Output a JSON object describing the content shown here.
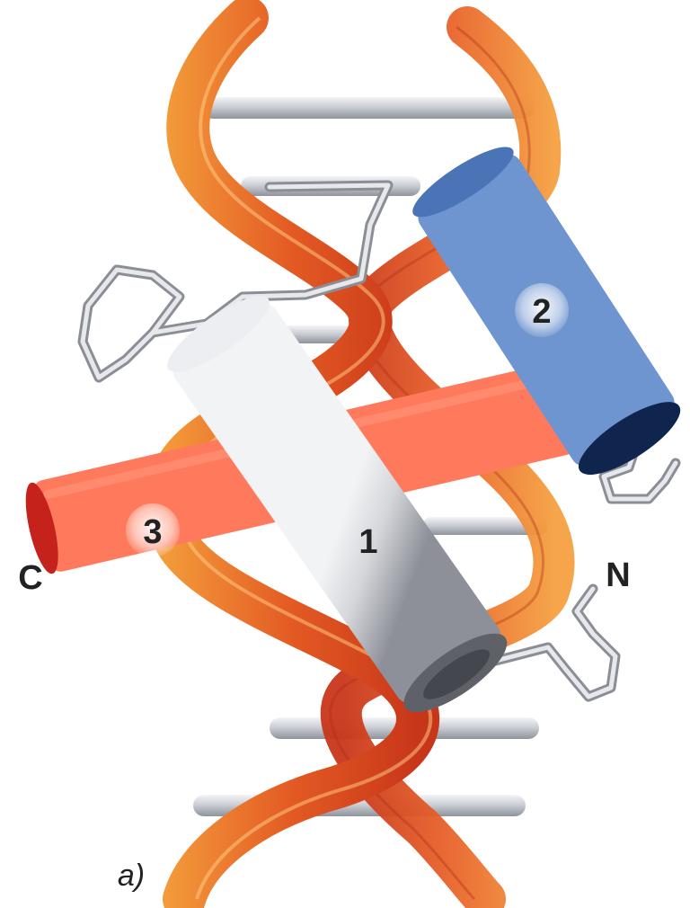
{
  "figure": {
    "helix_labels": {
      "one": "1",
      "two": "2",
      "three": "3"
    },
    "terminus_labels": {
      "c_terminus": "C",
      "n_terminus": "N"
    },
    "panel_label": "a)",
    "colors": {
      "dna_strand_front": "#e04a1f",
      "dna_strand_back": "#f0892e",
      "base_pairs": "#c9ccd2",
      "helix_1": "#d9dbde",
      "helix_2": "#2f5a9c",
      "helix_3": "#d9271c",
      "loops": "#b9bcc2"
    }
  }
}
